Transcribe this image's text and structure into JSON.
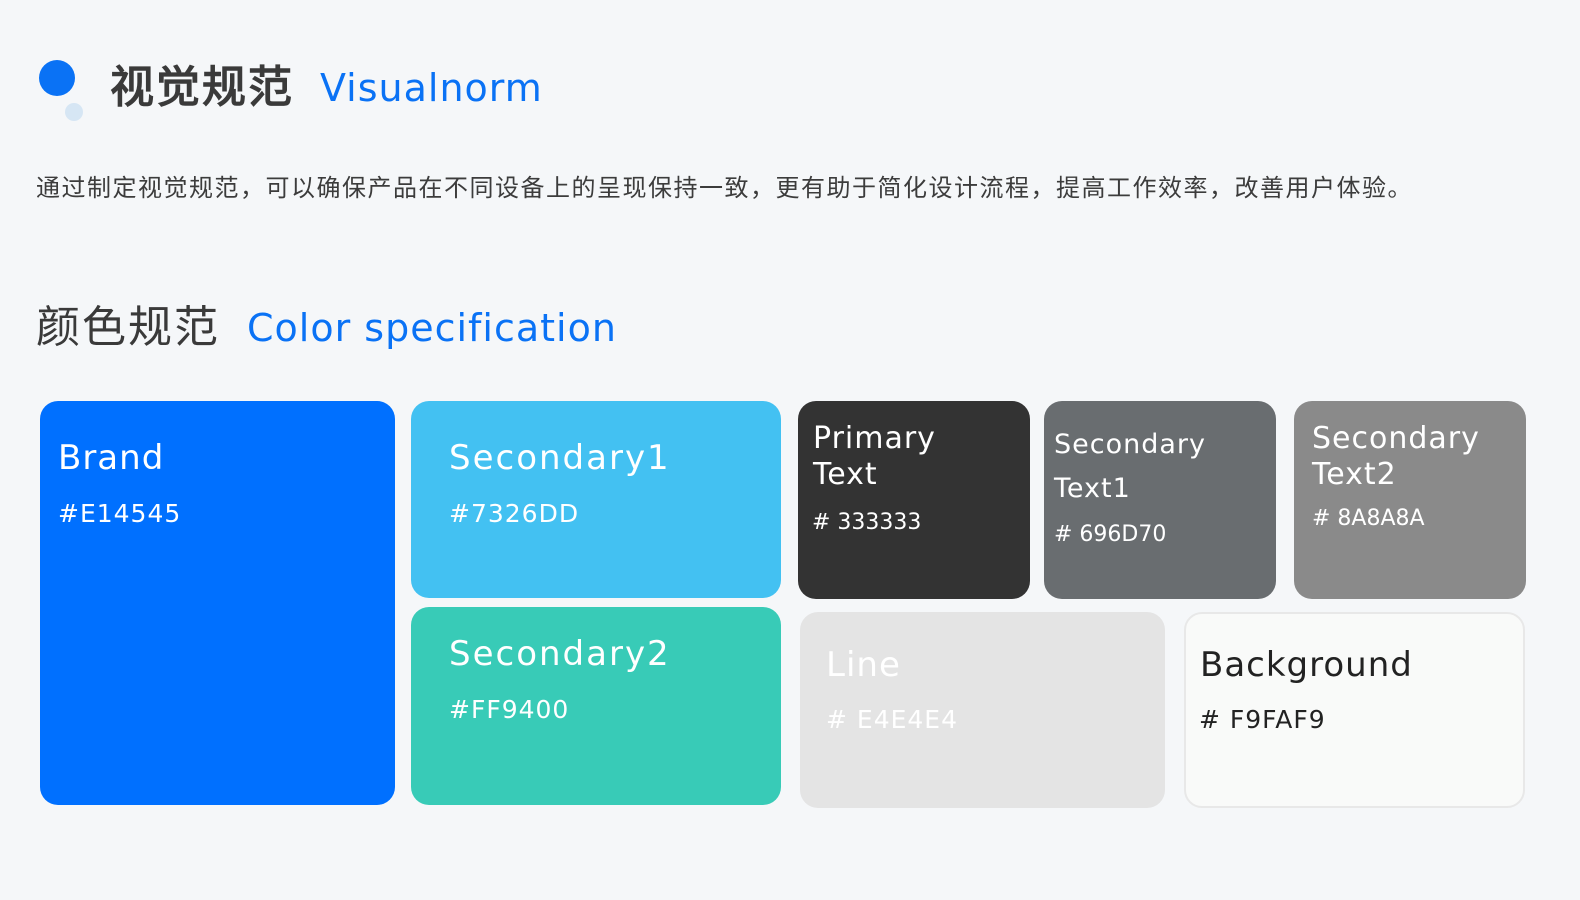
{
  "header": {
    "title_cn": "视觉规范",
    "title_en": "Visualnorm",
    "accent_color": "#0A72F5",
    "description": "通过制定视觉规范，可以确保产品在不同设备上的呈现保持一致，更有助于简化设计流程，提高工作效率，改善用户体验。"
  },
  "section": {
    "title_cn": "颜色规范",
    "title_en": "Color specification"
  },
  "colors": {
    "brand": {
      "name": "Brand",
      "hex": "#E14545",
      "swatch": "#0070FF",
      "text_color": "#FFFFFF"
    },
    "secondary1": {
      "name": "Secondary1",
      "hex": "#7326DD",
      "swatch": "#43C1F2",
      "text_color": "#FFFFFF"
    },
    "secondary2": {
      "name": "Secondary2",
      "hex": "#FF9400",
      "swatch": "#38CBB7",
      "text_color": "#FFFFFF"
    },
    "primary_text": {
      "name": "Primary\nText",
      "hex": "# 333333",
      "swatch": "#333333",
      "text_color": "#FFFFFF"
    },
    "secondary_text1": {
      "name": "Secondary\nText1",
      "hex": "# 696D70",
      "swatch": "#696D70",
      "text_color": "#FFFFFF"
    },
    "secondary_text2": {
      "name": "Secondary\nText2",
      "hex": "# 8A8A8A",
      "swatch": "#8A8A8A",
      "text_color": "#FFFFFF"
    },
    "line": {
      "name": "Line",
      "hex": "# E4E4E4",
      "swatch": "#E4E4E4",
      "text_color": "#FFFFFF"
    },
    "background": {
      "name": "Background",
      "hex": "# F9FAF9",
      "swatch": "#F9FAF9",
      "text_color": "#222222"
    }
  }
}
